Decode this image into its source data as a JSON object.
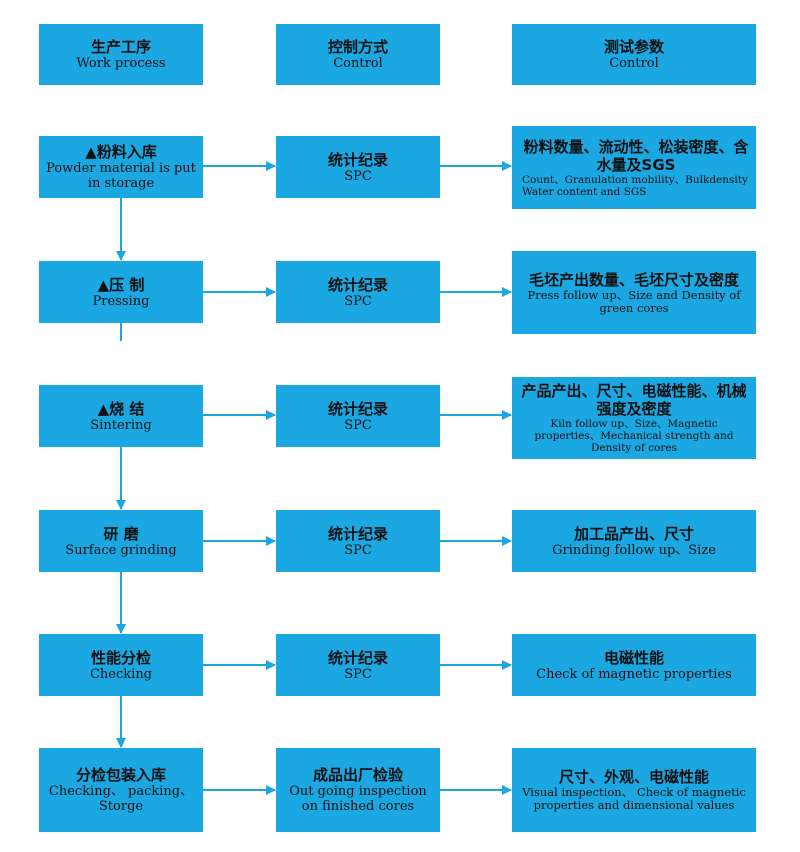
{
  "headers": [
    {
      "zh": "生产工序",
      "en": "Work process"
    },
    {
      "zh": "控制方式",
      "en": "Control"
    },
    {
      "zh": "测试参数",
      "en": "Control"
    }
  ],
  "rows": [
    {
      "process": {
        "zh": "▲粉料入库",
        "en": "Powder material is put in storage"
      },
      "control": {
        "zh": "统计纪录",
        "en": "SPC"
      },
      "params": {
        "zh": "粉料数量、流动性、松装密度、含水量及SGS",
        "en": "Count、Granulation mobility、Bulkdensity Water content and SGS"
      }
    },
    {
      "process": {
        "zh": "▲压 制",
        "en": "Pressing"
      },
      "control": {
        "zh": "统计纪录",
        "en": "SPC"
      },
      "params": {
        "zh": "毛坯产出数量、毛坯尺寸及密度",
        "en": "Press follow up、Size and Density of green cores"
      }
    },
    {
      "process": {
        "zh": "▲烧 结",
        "en": "Sintering"
      },
      "control": {
        "zh": "统计纪录",
        "en": "SPC"
      },
      "params": {
        "zh": "产品产出、尺寸、电磁性能、机械强度及密度",
        "en": "Kiln follow up、Size、Magnetic properties、Mechanical strength and Density of cores"
      }
    },
    {
      "process": {
        "zh": "研 磨",
        "en": "Surface grinding"
      },
      "control": {
        "zh": "统计纪录",
        "en": "SPC"
      },
      "params": {
        "zh": "加工品产出、尺寸",
        "en": "Grinding follow up、Size"
      }
    },
    {
      "process": {
        "zh": "性能分检",
        "en": "Checking"
      },
      "control": {
        "zh": "统计纪录",
        "en": "SPC"
      },
      "params": {
        "zh": "电磁性能",
        "en": "Check of magnetic properties"
      }
    },
    {
      "process": {
        "zh": "分检包装入库",
        "en": "Checking、 packing、 Storge"
      },
      "control": {
        "zh": "成品出厂检验",
        "en": "Out going inspection on finished cores"
      },
      "params": {
        "zh": "尺寸、外观、电磁性能",
        "en": "Visual inspection、 Check of magnetic properties and dimensional values"
      }
    }
  ],
  "colors": {
    "box": "#1aa7e2",
    "arrow": "#1aa7e2",
    "text": "#111111"
  }
}
